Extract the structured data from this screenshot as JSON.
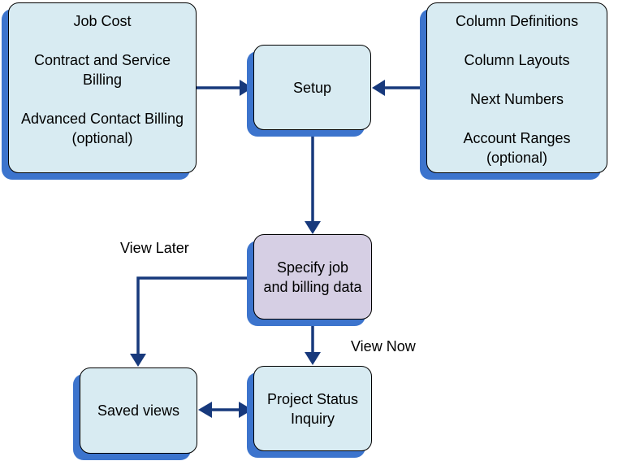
{
  "colors": {
    "background": "#ffffff",
    "node_fill_blue": "#d8ebf2",
    "node_fill_lavender": "#d6cfe4",
    "shadow_blue": "#3c74cd",
    "line_navy": "#17397c",
    "border_black": "#000000"
  },
  "nodes": {
    "job_cost": {
      "groups": [
        [
          "Job Cost"
        ],
        [
          "Contract and Service",
          "Billing"
        ],
        [
          "Advanced Contact Billing",
          "(optional)"
        ]
      ]
    },
    "column_defs": {
      "groups": [
        [
          "Column Definitions"
        ],
        [
          "Column Layouts"
        ],
        [
          "Next Numbers"
        ],
        [
          "Account Ranges",
          "(optional)"
        ]
      ]
    },
    "setup": {
      "label": "Setup"
    },
    "specify": {
      "lines": [
        "Specify job",
        "and billing data"
      ]
    },
    "saved_views": {
      "label": "Saved views"
    },
    "project_status": {
      "lines": [
        "Project Status",
        "Inquiry"
      ]
    }
  },
  "labels": {
    "view_later": "View Later",
    "view_now": "View Now"
  }
}
